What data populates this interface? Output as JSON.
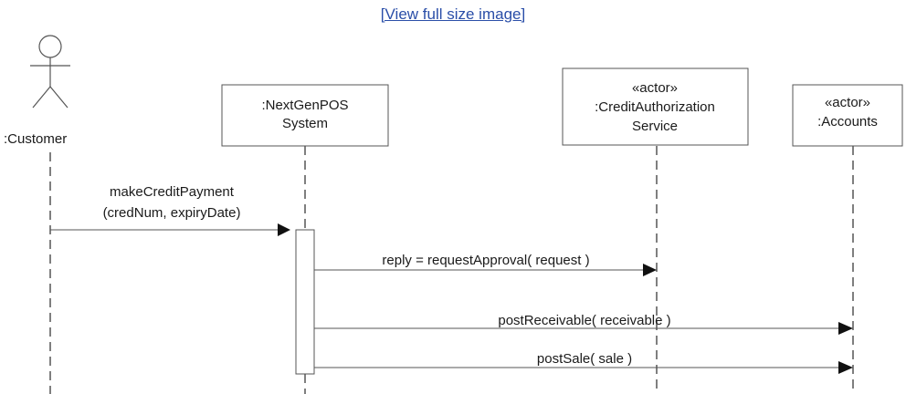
{
  "link": {
    "text": "[View full size image]"
  },
  "diagram": {
    "participants": {
      "customer": {
        "label": ":Customer"
      },
      "system": {
        "line1": ":NextGenPOS",
        "line2": "System"
      },
      "credit_service": {
        "line1": "«actor»",
        "line2": ":CreditAuthorization",
        "line3": "Service"
      },
      "accounts": {
        "line1": "«actor»",
        "line2": ":Accounts"
      }
    },
    "messages": {
      "make_credit_payment": {
        "line1": "makeCreditPayment",
        "line2": "(credNum, expiryDate)"
      },
      "request_approval": {
        "label": "reply = requestApproval( request )"
      },
      "post_receivable": {
        "label": "postReceivable( receivable )"
      },
      "post_sale": {
        "label": "postSale( sale )"
      }
    }
  },
  "colors": {
    "link": "#2a4ea8",
    "line": "#555555",
    "text": "#1a1a1a"
  }
}
